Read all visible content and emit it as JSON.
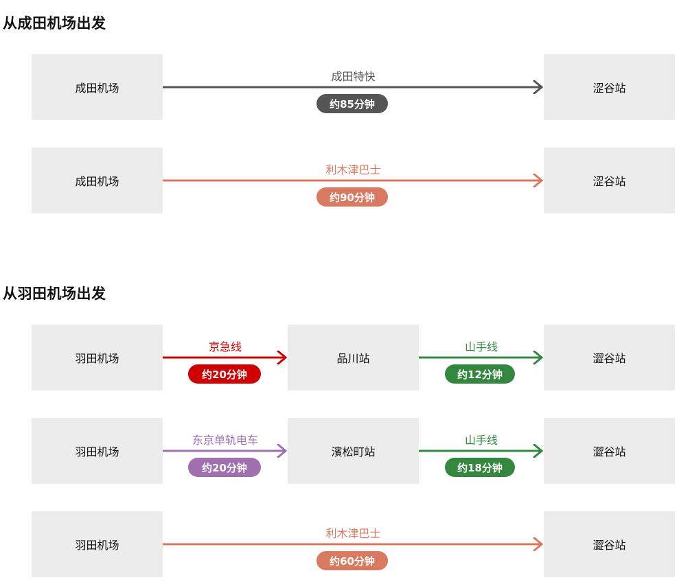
{
  "sections": [
    {
      "title": "从成田机场出发",
      "routes": [
        {
          "stations": [
            "成田机场",
            "涩谷站"
          ],
          "segments": [
            {
              "line": "成田特快",
              "time": "约85分钟",
              "color": "#555555"
            }
          ]
        },
        {
          "stations": [
            "成田机场",
            "涩谷站"
          ],
          "segments": [
            {
              "line": "利木津巴士",
              "time": "约90分钟",
              "color": "#d97a60"
            }
          ]
        }
      ]
    },
    {
      "title": "从羽田机场出发",
      "routes": [
        {
          "stations": [
            "羽田机场",
            "品川站",
            "澀谷站"
          ],
          "segments": [
            {
              "line": "京急线",
              "time": "约20分钟",
              "color": "#d10000"
            },
            {
              "line": "山手线",
              "time": "约12分钟",
              "color": "#34873f"
            }
          ]
        },
        {
          "stations": [
            "羽田机场",
            "濱松町站",
            "澀谷站"
          ],
          "segments": [
            {
              "line": "东京单轨电车",
              "time": "约20分钟",
              "color": "#9f6fb0"
            },
            {
              "line": "山手线",
              "time": "约18分钟",
              "color": "#34873f"
            }
          ]
        },
        {
          "stations": [
            "羽田机场",
            "澀谷站"
          ],
          "segments": [
            {
              "line": "利木津巴士",
              "time": "约60分钟",
              "color": "#d97a60"
            }
          ]
        }
      ]
    }
  ]
}
